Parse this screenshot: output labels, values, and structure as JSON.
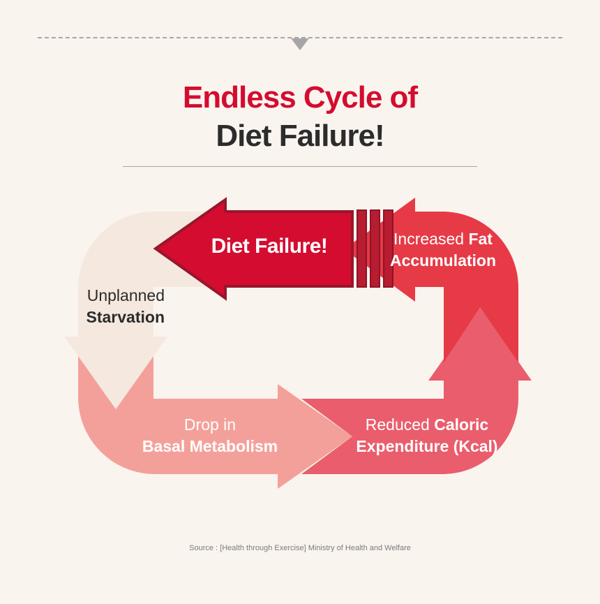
{
  "header": {
    "title_line1": "Endless Cycle of",
    "title_line2": "Diet Failure!"
  },
  "cycle": {
    "center_arrow": "Diet Failure!",
    "stages": [
      {
        "id": "starvation",
        "plain": "Unplanned",
        "strong": "Starvation"
      },
      {
        "id": "metabolism",
        "plain": "Drop in",
        "strong": "Basal Metabolism"
      },
      {
        "id": "caloric",
        "plain": "Reduced ",
        "strong": "Caloric",
        "line2": "Expenditure (Kcal)"
      },
      {
        "id": "fat",
        "plain": "Increased ",
        "strong": "Fat",
        "line2": "Accumulation"
      }
    ]
  },
  "footer": {
    "source": "Source : [Health through Exercise] Ministry of Health and Welfare"
  },
  "colors": {
    "background": "#faf4ef",
    "accent_red": "#d40c2f",
    "pale_segment": "#f5e9df",
    "salmon_segment": "#f4a09a",
    "rose_segment": "#ea5d6c",
    "red_segment": "#e63a46",
    "outline": "#97172b"
  }
}
